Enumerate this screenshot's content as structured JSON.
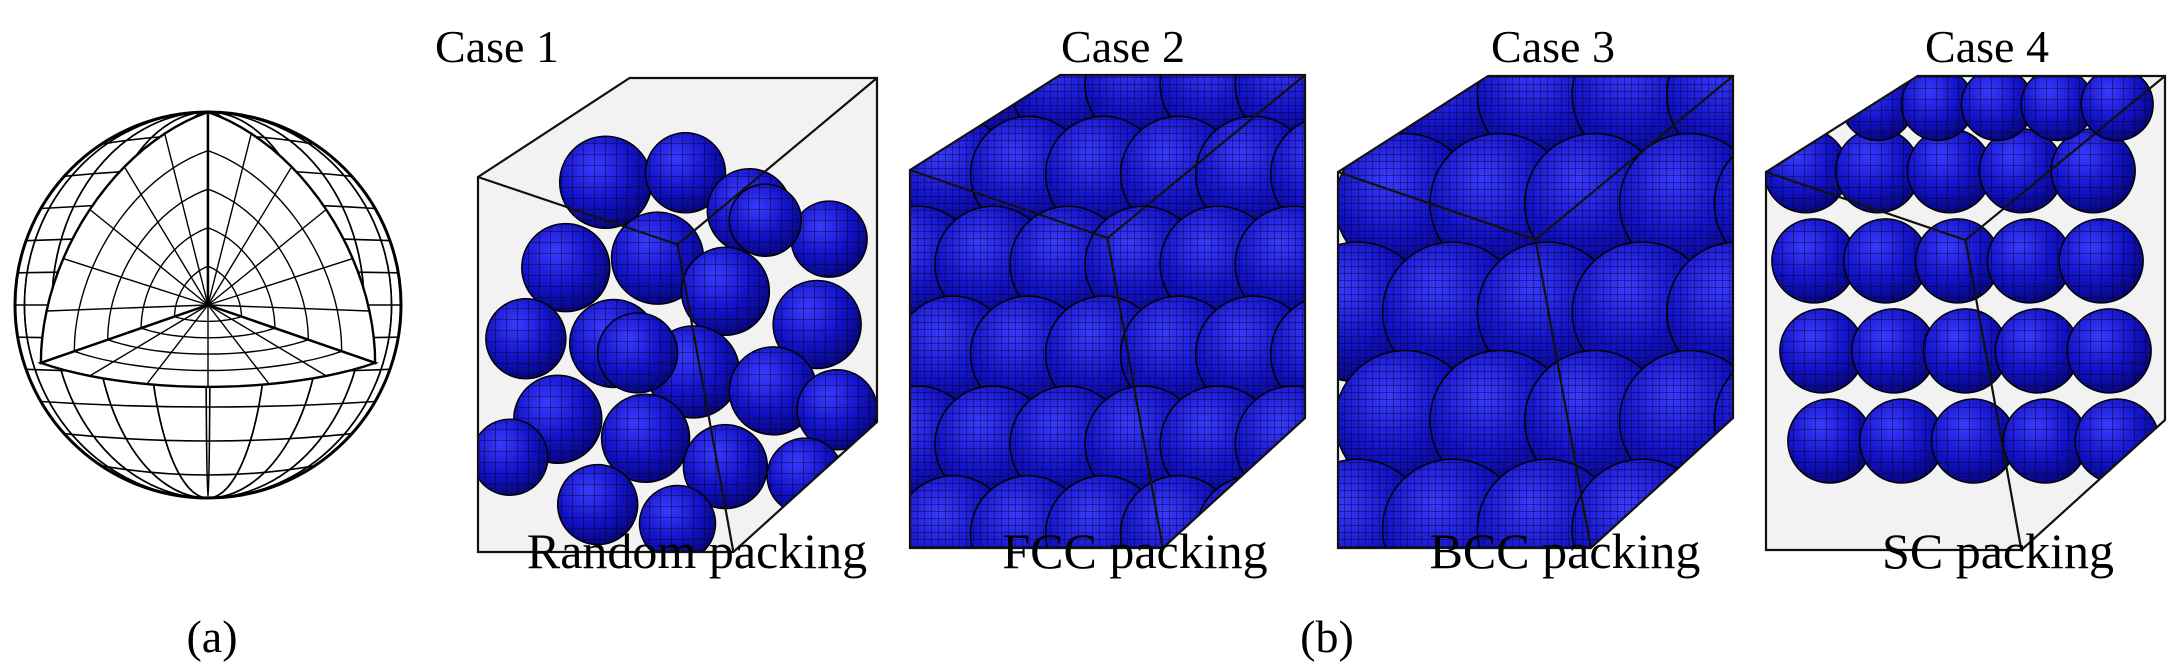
{
  "panels": [
    {
      "id": "a",
      "label": "(a)"
    },
    {
      "id": "b",
      "label": "(b)"
    }
  ],
  "cases": [
    {
      "title": "Case 1",
      "caption": "Random packing",
      "kind": "random"
    },
    {
      "title": "Case 2",
      "caption": "FCC packing",
      "kind": "fcc"
    },
    {
      "title": "Case 3",
      "caption": "BCC packing",
      "kind": "bcc"
    },
    {
      "title": "Case 4",
      "caption": "SC packing",
      "kind": "sc"
    }
  ],
  "colors": {
    "sphere": "#1212c8",
    "sphere_dark": "#050570",
    "sphere_light": "#3a3aff",
    "mesh": "#000000",
    "cube_face": "#f2f2f2",
    "cube_edge": "#111111"
  }
}
